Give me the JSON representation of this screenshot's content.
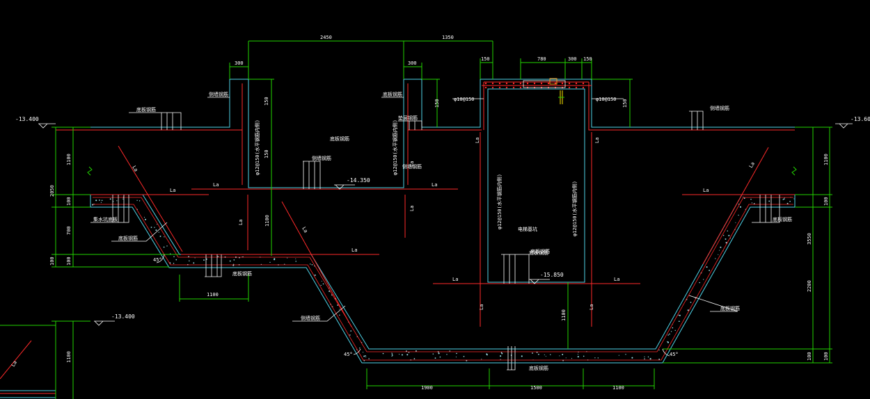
{
  "colors": {
    "background": "#000000",
    "structure": "#4fd3e8",
    "rebar": "#ff2a2a",
    "dimension": "#22d400",
    "leader": "#ffffff",
    "hatch": "#9fdfe8",
    "orange": "#ff9a1a",
    "yellow": "#ffe600"
  },
  "dims": {
    "top_2450": "2450",
    "top_1350": "1350",
    "w300_a": "300",
    "w300_b": "300",
    "w150_a": "150",
    "w780": "780",
    "w300_c": "300",
    "w150_b": "150",
    "h150_a": "150",
    "h150_b": "150",
    "h150_c": "150",
    "left_2050": "2050",
    "left_1100": "1100",
    "left_100a": "100",
    "left_700": "700",
    "left_100b": "100",
    "left_100c": "100",
    "right_3550": "3550",
    "right_1100": "1100",
    "right_100a": "100",
    "right_2200": "2200",
    "right_100b": "100",
    "right_100c": "100",
    "mid_1100_v": "1100",
    "mid_1100_h": "1100",
    "pit_1100_v": "1100",
    "bot_1900": "1900",
    "bot_1500": "1500",
    "bot_1100": "1100",
    "lower_1100": "1100",
    "pit_150": "150"
  },
  "levels": {
    "left_top": "-13.400",
    "right_top": "-13.600",
    "mid_bottom": "-14.350",
    "pit_bottom": "-15.850",
    "lower_left": "-13.400"
  },
  "rebar_labels": {
    "la_list": [
      "La",
      "La",
      "La",
      "La",
      "La",
      "La",
      "La",
      "La",
      "La",
      "La",
      "La",
      "La",
      "La",
      "La",
      "La",
      "La",
      "La",
      "La"
    ]
  },
  "rebar_specs": {
    "r1": "φ10@150",
    "r2": "φ10@150",
    "r3": "φ12@150(水平钢筋内侧)",
    "r4": "φ12@150(水平钢筋内侧)",
    "r5": "φ12@150(水平钢筋内侧)",
    "r6": "φ12@150(水平钢筋内侧)"
  },
  "notes": {
    "n1": "底板钢筋",
    "n2": "侧墙钢筋",
    "n3": "底板钢筋",
    "n4": "垫层钢筋",
    "n5": "底板钢筋",
    "n6": "侧墙钢筋",
    "n7": "电梯基坑",
    "n8": "底板钢筋",
    "n9": "侧墙钢筋",
    "n10": "集水坑底板",
    "n11": "底板钢筋",
    "n12": "底板钢筋",
    "n13": "侧墙钢筋",
    "n14": "底板钢筋",
    "n15": "底板钢筋",
    "n16": "底板钢筋",
    "n17": "侧墙钢筋",
    "n18": "底板钢筋"
  },
  "angles": {
    "a1": "45°",
    "a2": "45°",
    "a3": "45°"
  }
}
